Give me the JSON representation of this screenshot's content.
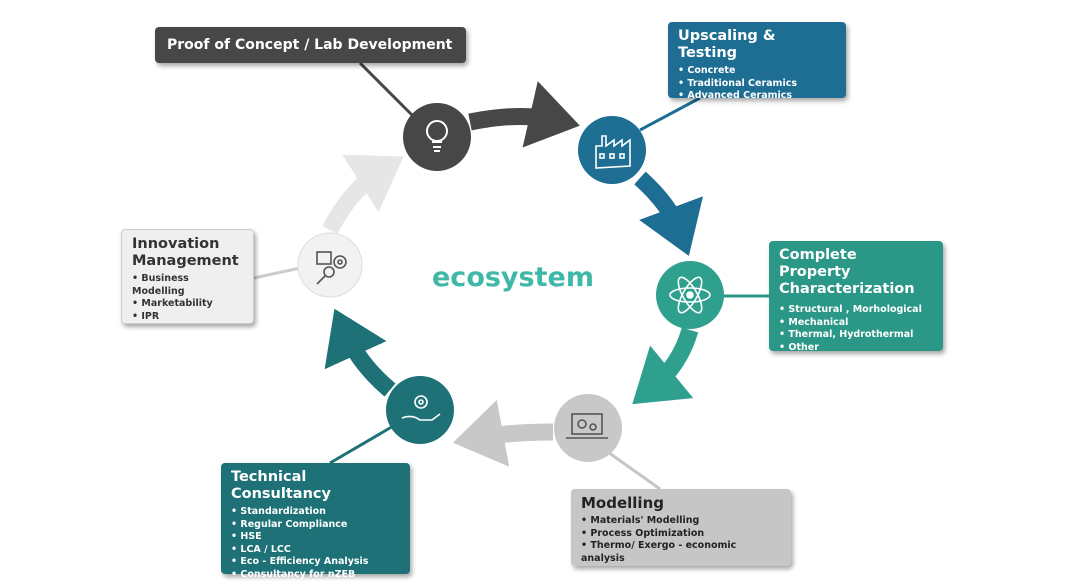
{
  "center_label": "ecosystem",
  "stages": {
    "proof": {
      "title": "Proof of Concept /  Lab Development",
      "icon": "lightbulb-icon",
      "color": "#474747"
    },
    "upscaling": {
      "title": "Upscaling & Testing",
      "items": [
        "Concrete",
        "Traditional Ceramics",
        "Advanced Ceramics"
      ],
      "icon": "factory-icon",
      "color": "#1d6e92"
    },
    "complete": {
      "title": "Complete Property Characterization",
      "items": [
        "Structural , Morhological",
        "Mechanical",
        "Thermal, Hydrothermal",
        "Other"
      ],
      "icon": "atom-icon",
      "color": "#2b9786"
    },
    "modelling": {
      "title": "Modelling",
      "items": [
        "Materials' Modelling",
        "Process Optimization",
        "Thermo/ Exergo - economic analysis"
      ],
      "icon": "laptop-gears-icon",
      "color": "#c6c6c6"
    },
    "technical": {
      "title": "Technical Consultancy",
      "items": [
        "Standardization",
        "Regular Compliance",
        "HSE",
        "LCA / LCC",
        "Eco - Efficiency Analysis",
        "Consultancy for nZEB"
      ],
      "icon": "hand-gear-icon",
      "color": "#1d7177"
    },
    "innovation": {
      "title": "Innovation Management",
      "items": [
        "Business Modelling",
        "Marketability",
        "IPR"
      ],
      "icon": "magnifier-gear-icon",
      "color": "#efefef"
    }
  }
}
